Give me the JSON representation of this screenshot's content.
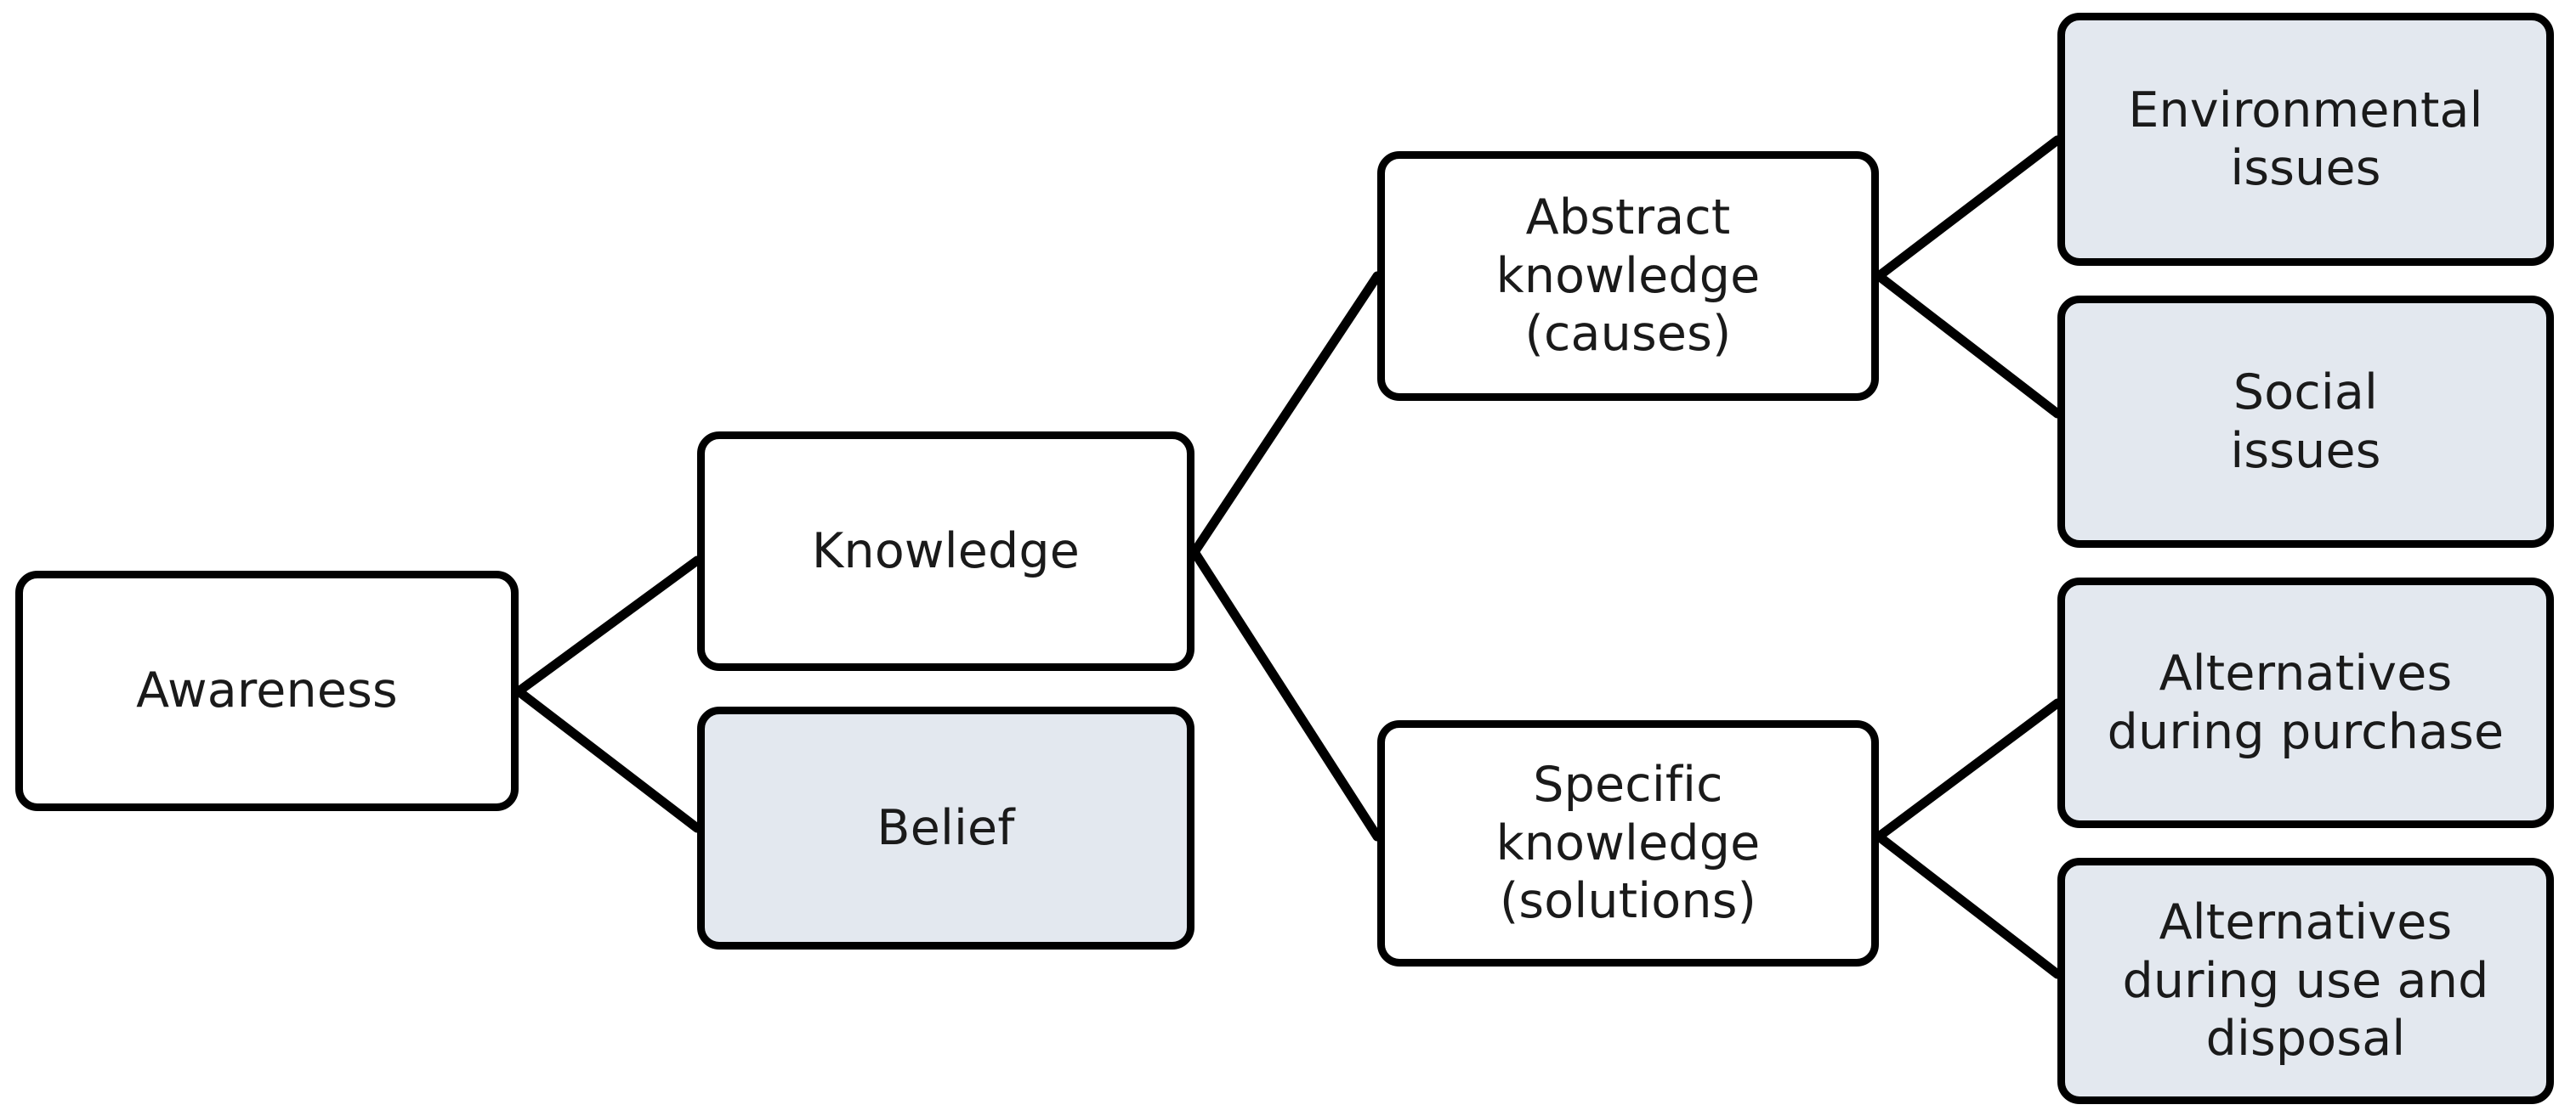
{
  "diagram": {
    "type": "hierarchy-tree",
    "orientation": "left-to-right",
    "colors": {
      "stroke": "#000000",
      "node_fill_primary": "#ffffff",
      "node_fill_secondary": "#e3e8ef",
      "text": "#1a1a1a",
      "background": "#ffffff"
    },
    "nodes": {
      "awareness": {
        "label": "Awareness",
        "fill": "white",
        "level": 1
      },
      "knowledge": {
        "label": "Knowledge",
        "fill": "white",
        "level": 2
      },
      "belief": {
        "label": "Belief",
        "fill": "tint",
        "level": 2
      },
      "abstract_knowledge": {
        "label": "Abstract\nknowledge\n(causes)",
        "fill": "white",
        "level": 3
      },
      "specific_knowledge": {
        "label": "Specific\nknowledge\n(solutions)",
        "fill": "white",
        "level": 3
      },
      "environmental_issues": {
        "label": "Environmental\nissues",
        "fill": "tint",
        "level": 4
      },
      "social_issues": {
        "label": "Social\nissues",
        "fill": "tint",
        "level": 4
      },
      "alternatives_purchase": {
        "label": "Alternatives\nduring purchase",
        "fill": "tint",
        "level": 4
      },
      "alternatives_disposal": {
        "label": "Alternatives\nduring use and\ndisposal",
        "fill": "tint",
        "level": 4
      }
    },
    "edges": [
      {
        "from": "awareness",
        "to": "knowledge"
      },
      {
        "from": "awareness",
        "to": "belief"
      },
      {
        "from": "knowledge",
        "to": "abstract_knowledge"
      },
      {
        "from": "knowledge",
        "to": "specific_knowledge"
      },
      {
        "from": "abstract_knowledge",
        "to": "environmental_issues"
      },
      {
        "from": "abstract_knowledge",
        "to": "social_issues"
      },
      {
        "from": "specific_knowledge",
        "to": "alternatives_purchase"
      },
      {
        "from": "specific_knowledge",
        "to": "alternatives_disposal"
      }
    ]
  }
}
